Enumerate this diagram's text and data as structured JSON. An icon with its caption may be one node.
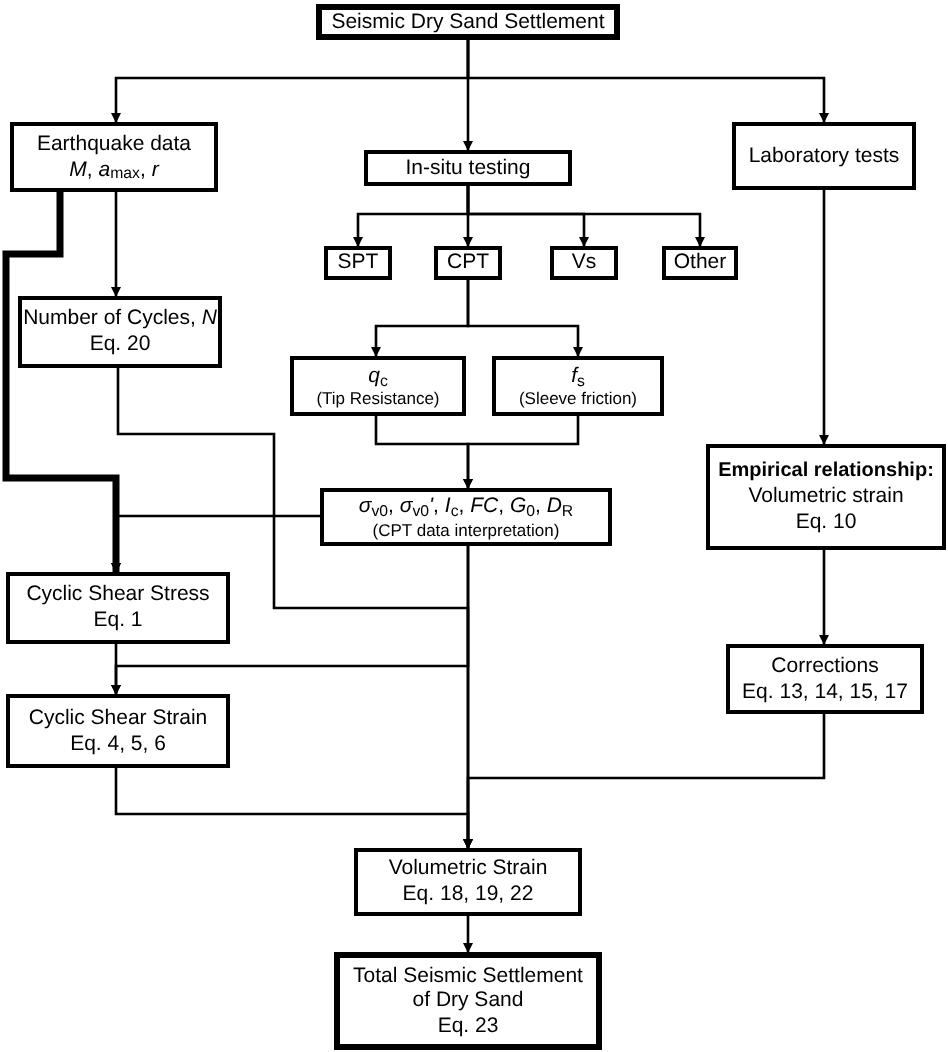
{
  "diagram": {
    "nodes": [
      {
        "text": [
          "Seismic Dry Sand Settlement"
        ]
      },
      {
        "text": [
          "Earthquake data",
          "*M*, *a*$_{max}$, *r*"
        ]
      },
      {
        "text": [
          "In-situ testing"
        ]
      },
      {
        "text": [
          "Laboratory tests"
        ]
      },
      {
        "text": [
          "SPT"
        ]
      },
      {
        "text": [
          "CPT"
        ]
      },
      {
        "text": [
          "Vs"
        ]
      },
      {
        "text": [
          "Other"
        ]
      },
      {
        "text": [
          "Number of Cycles, *N*",
          "Eq. 20"
        ]
      },
      {
        "text": [
          "*q*$_{c}$",
          "(Tip Resistance)"
        ]
      },
      {
        "text": [
          "*f*$_{s}$",
          "(Sleeve friction)"
        ]
      },
      {
        "text": [
          "*σ*$_{v0}$, *σ*$_{v0}$*'*, *I*$_{c}$, *FC*, *G*$_{0}$, *D*$_{R}$",
          "(CPT data interpretation)"
        ]
      },
      {
        "text": [
          "Empirical relationship:",
          "Volumetric strain",
          "Eq. 10"
        ]
      },
      {
        "text": [
          "Cyclic Shear Stress",
          "Eq. 1"
        ]
      },
      {
        "text": [
          "Corrections",
          "Eq. 13, 14, 15, 17"
        ]
      },
      {
        "text": [
          "Cyclic Shear Strain",
          "Eq. 4, 5, 6"
        ]
      },
      {
        "text": [
          "Volumetric Strain",
          "Eq. 18, 19, 22"
        ]
      },
      {
        "text": [
          "Total Seismic Settlement",
          "of Dry Sand",
          "Eq. 23"
        ]
      }
    ],
    "edges": [
      {
        "from": 0,
        "to": 1,
        "arrow": "to"
      },
      {
        "from": 0,
        "to": 2,
        "arrow": "to"
      },
      {
        "from": 0,
        "to": 3,
        "arrow": "to"
      },
      {
        "from": 2,
        "to": 4,
        "arrow": "to"
      },
      {
        "from": 2,
        "to": 5,
        "arrow": "to"
      },
      {
        "from": 2,
        "to": 6,
        "arrow": "to"
      },
      {
        "from": 2,
        "to": 7,
        "arrow": "to"
      },
      {
        "from": 1,
        "to": 8,
        "arrow": "to"
      },
      {
        "from": 1,
        "to": 13,
        "arrow": "to",
        "style": "thick"
      },
      {
        "from": 5,
        "to": 9,
        "arrow": "to"
      },
      {
        "from": 5,
        "to": 10,
        "arrow": "to"
      },
      {
        "from": 9,
        "to": 11,
        "arrow": "to"
      },
      {
        "from": 10,
        "to": 11,
        "arrow": "to"
      },
      {
        "from": 11,
        "to": 13,
        "arrow": "to"
      },
      {
        "from": 8,
        "to": 16,
        "arrow": "to"
      },
      {
        "from": 11,
        "to": 16,
        "arrow": "to"
      },
      {
        "from": 11,
        "to": 15,
        "arrow": "to"
      },
      {
        "from": 13,
        "to": 15,
        "arrow": "to"
      },
      {
        "from": 15,
        "to": 16,
        "arrow": "to"
      },
      {
        "from": 3,
        "to": 12,
        "arrow": "to"
      },
      {
        "from": 12,
        "to": 14,
        "arrow": "to"
      },
      {
        "from": 14,
        "to": 16,
        "arrow": "to"
      },
      {
        "from": 16,
        "to": 17,
        "arrow": "to"
      }
    ]
  }
}
